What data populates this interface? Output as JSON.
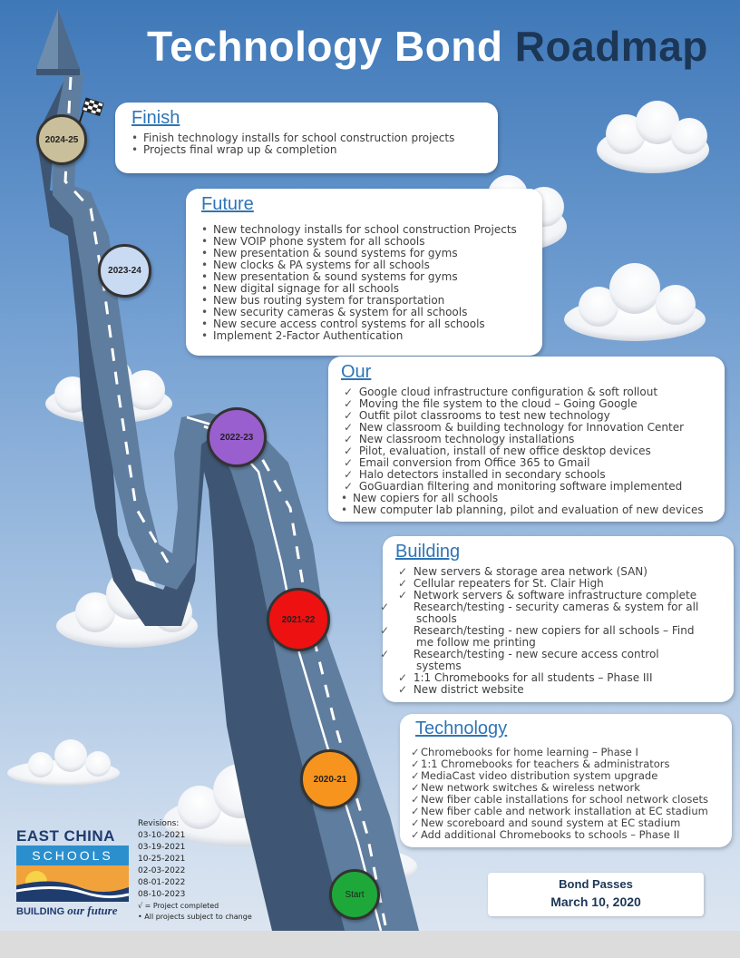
{
  "title": {
    "part1": "Technology Bond",
    "part2": "Roadmap"
  },
  "milestones": [
    "2024-25",
    "2023-24",
    "2022-23",
    "2021-22",
    "2020-21",
    "Start"
  ],
  "cards": {
    "finish": {
      "heading": "Finish",
      "items": [
        "Finish technology installs for school construction projects",
        "Projects final wrap up & completion"
      ]
    },
    "future": {
      "heading": "Future",
      "items": [
        "New technology installs for school construction Projects",
        "New VOIP phone system for all schools",
        "New presentation & sound systems for gyms",
        "New clocks & PA systems for all schools",
        "New presentation & sound systems for gyms",
        "New digital signage for all schools",
        "New bus routing system for transportation",
        "New security cameras & system for all schools",
        "New secure access control systems for all schools",
        "Implement 2-Factor Authentication"
      ]
    },
    "our": {
      "heading": "Our",
      "checked_items": [
        "Google cloud infrastructure configuration & soft rollout",
        "Moving the file system to the cloud – Going Google",
        "Outfit pilot classrooms to test new technology",
        "New classroom & building technology for Innovation Center",
        "New classroom technology installations",
        "Pilot, evaluation, install of new office desktop devices",
        "Email conversion from Office 365 to Gmail",
        "Halo detectors installed in secondary schools",
        "GoGuardian filtering and monitoring software implemented"
      ],
      "bullet_items": [
        "New copiers for all schools",
        "New computer lab planning, pilot and evaluation of new devices"
      ]
    },
    "building": {
      "heading": "Building",
      "items": [
        "New servers & storage area network (SAN)",
        "Cellular repeaters for St. Clair High",
        "Network servers & software infrastructure complete",
        "Research/testing - security cameras & system for all schools",
        "Research/testing - new copiers for all schools – Find me follow me printing",
        "Research/testing - new secure access control systems",
        "1:1 Chromebooks for all students – Phase III",
        "New district website"
      ]
    },
    "technology": {
      "heading": "Technology",
      "items": [
        "Chromebooks for home learning – Phase I",
        "1:1 Chromebooks for teachers & administrators",
        "MediaCast video distribution system upgrade",
        "New network switches & wireless network",
        "New fiber cable installations for school network closets",
        "New fiber cable and network installation at EC stadium",
        "New scoreboard and sound system at EC stadium",
        "Add additional Chromebooks to schools – Phase II"
      ]
    }
  },
  "bond": {
    "line1": "Bond Passes",
    "line2": "March 10, 2020"
  },
  "logo": {
    "name_top": "EAST CHINA",
    "name_bottom": "SCHOOLS",
    "tagline_a": "BUILDING ",
    "tagline_b": "our future"
  },
  "revisions": {
    "label": "Revisions:",
    "dates": [
      "03-10-2021",
      "03-19-2021",
      "10-25-2021",
      "02-03-2022",
      "08-01-2022",
      "08-10-2023"
    ],
    "note1": "√ = Project completed",
    "note2": "• All projects subject to change"
  },
  "colors": {
    "title_accent": "#1c3656",
    "heading": "#2e75b6",
    "m2024": "#c9bf9a",
    "m2023": "#c9daf3",
    "m2022": "#9a5fce",
    "m2021": "#ee1111",
    "m2020": "#f7941d",
    "mstart": "#1fa83a"
  }
}
